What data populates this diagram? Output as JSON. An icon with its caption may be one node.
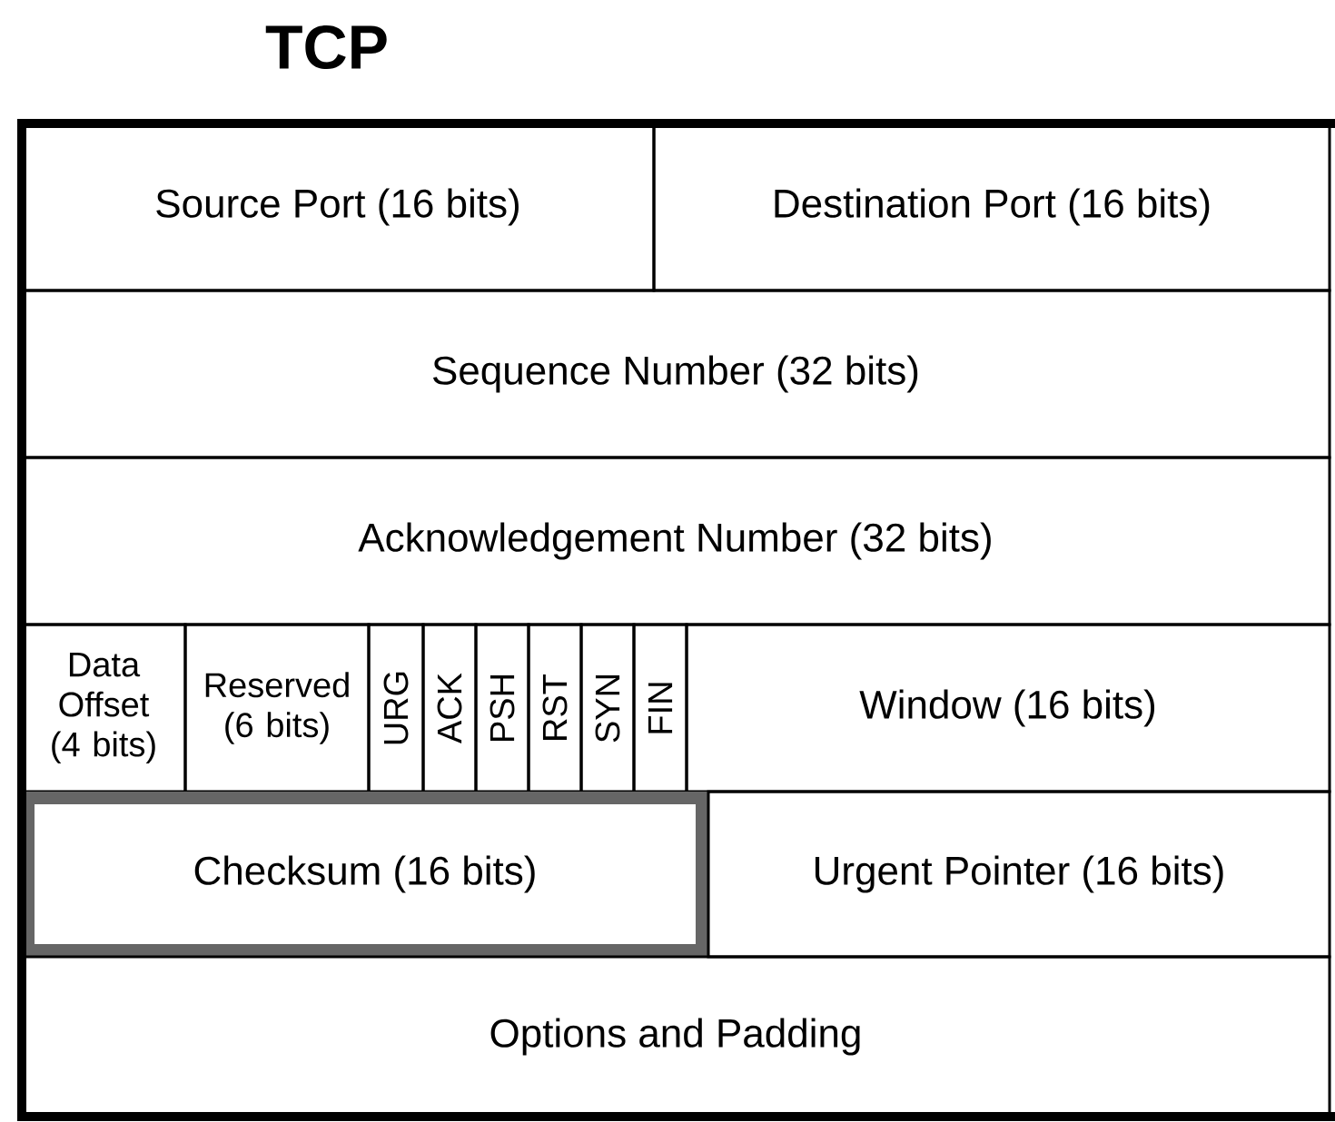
{
  "diagram": {
    "title": "TCP",
    "nodes": [
      {
        "text": [
          "Source Port (16 bits)"
        ]
      },
      {
        "text": [
          "Destination Port (16 bits)"
        ]
      },
      {
        "text": [
          "Sequence Number (32 bits)"
        ]
      },
      {
        "text": [
          "Acknowledgement Number (32 bits)"
        ]
      },
      {
        "text": [
          "Data Offset (4 bits)"
        ]
      },
      {
        "text": [
          "Reserved (6 bits)"
        ]
      },
      {
        "text": [
          "URG"
        ]
      },
      {
        "text": [
          "ACK"
        ]
      },
      {
        "text": [
          "PSH"
        ]
      },
      {
        "text": [
          "RST"
        ]
      },
      {
        "text": [
          "SYN"
        ]
      },
      {
        "text": [
          "FIN"
        ]
      },
      {
        "text": [
          "Window (16 bits)"
        ]
      },
      {
        "text": [
          "Checksum (16 bits)"
        ]
      },
      {
        "text": [
          "Urgent Pointer (16 bits)"
        ]
      },
      {
        "text": [
          "Options and Padding"
        ]
      }
    ]
  }
}
